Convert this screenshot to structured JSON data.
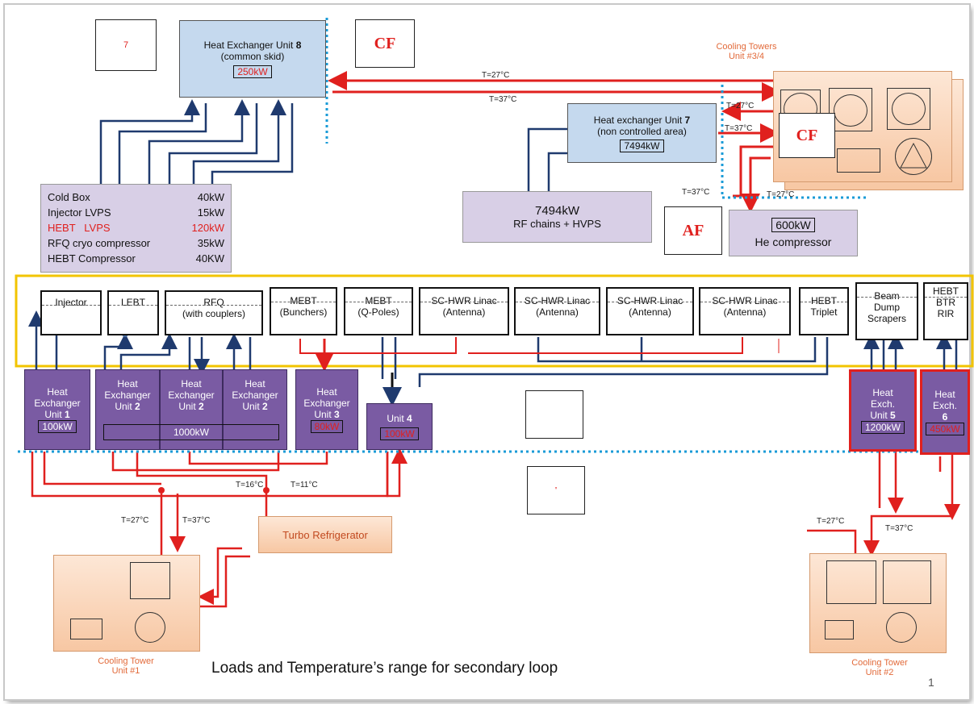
{
  "hx8": {
    "title": "Heat Exchanger Unit",
    "num": "8",
    "sub": "(common skid)",
    "value": "250kW"
  },
  "hx7": {
    "title": "Heat exchanger Unit",
    "num": "7",
    "sub": "(non controlled area)",
    "value": "7494kW"
  },
  "rf": {
    "value": "7494kW",
    "label": "RF chains + HVPS"
  },
  "he": {
    "value": "600kW",
    "label": "He compressor"
  },
  "loads": [
    {
      "name": "Cold Box",
      "value": "40kW",
      "highlight": false
    },
    {
      "name": "Injector LVPS",
      "value": "15kW",
      "highlight": false
    },
    {
      "name": "HEBT   LVPS",
      "value": "120kW",
      "highlight": true
    },
    {
      "name": "RFQ cryo compressor",
      "value": "35kW",
      "highlight": false
    },
    {
      "name": "HEBT Compressor",
      "value": "40KW",
      "highlight": false
    }
  ],
  "zones": {
    "cf1": "CF",
    "cf2": "CF",
    "af": "AF",
    "small7": "7",
    "tick": "'"
  },
  "towers": {
    "t34": {
      "title": "Cooling Towers",
      "unit": "Unit #3/4"
    },
    "t1": {
      "title": "Cooling Tower",
      "unit": "Unit #1"
    },
    "t2": {
      "title": "Cooling Tower",
      "unit": "Unit #2"
    }
  },
  "temps": {
    "t27a": "T=27°C",
    "t37a": "T=37°C",
    "t27b": "T=27°C",
    "t37b": "T=37°C",
    "t37c": "T=37°C",
    "t27c": "T=27°C",
    "t16": "T=16°C",
    "t11": "T=11°C",
    "t27d": "T=27°C",
    "t37d": "T=37°C",
    "t27e": "T=27°C",
    "t37e": "T=37°C"
  },
  "systems": [
    {
      "l1": "Injector",
      "l2": ""
    },
    {
      "l1": "LEBT",
      "l2": ""
    },
    {
      "l1": "RFQ",
      "l2": "(with couplers)"
    },
    {
      "l1": "MEBT",
      "l2": "(Bunchers)"
    },
    {
      "l1": "MEBT",
      "l2": "(Q-Poles)"
    },
    {
      "l1": "SC-HWR Linac",
      "l2": "(Antenna)"
    },
    {
      "l1": "SC-HWR Linac",
      "l2": "(Antenna)"
    },
    {
      "l1": "SC-HWR Linac",
      "l2": "(Antenna)"
    },
    {
      "l1": "SC-HWR Linac",
      "l2": "(Antenna)"
    },
    {
      "l1": "HEBT",
      "l2": "Triplet"
    },
    {
      "l1": "Beam",
      "l2": "Dump",
      "l3": "Scrapers"
    },
    {
      "l1": "HEBT",
      "l2": "BTR",
      "l3": "RIR"
    }
  ],
  "units": {
    "u1": {
      "l1": "Heat",
      "l2": "Exchanger",
      "l3": "Unit",
      "n": "1",
      "value": "100kW"
    },
    "u2a": {
      "l1": "Heat",
      "l2": "Exchanger",
      "l3": "Unit",
      "n": "2"
    },
    "u2b": {
      "l1": "Heat",
      "l2": "Exchanger",
      "l3": "Unit",
      "n": "2"
    },
    "u2c": {
      "l1": "Heat",
      "l2": "Exchanger",
      "l3": "Unit",
      "n": "2"
    },
    "u2value": "1000kW",
    "u3": {
      "l1": "Heat",
      "l2": "Exchanger",
      "l3": "Unit",
      "n": "3",
      "value": "80kW"
    },
    "u4": {
      "l3": "Unit",
      "n": "4",
      "value": "100kW"
    },
    "u5": {
      "l1": "Heat",
      "l2": "Exch.",
      "l3": "Unit",
      "n": "5",
      "value": "1200kW"
    },
    "u6": {
      "l1": "Heat",
      "l2": "Exch.",
      "n": "6",
      "value": "450kW"
    }
  },
  "turbo": "Turbo Refrigerator",
  "caption": "Loads and Temperature’s range for secondary  loop",
  "page_number": "1",
  "colors": {
    "supply": "#e0201e",
    "return": "#1f3a6e",
    "accent_zone": "#e0201e",
    "boundary": "#1a9bd7"
  }
}
